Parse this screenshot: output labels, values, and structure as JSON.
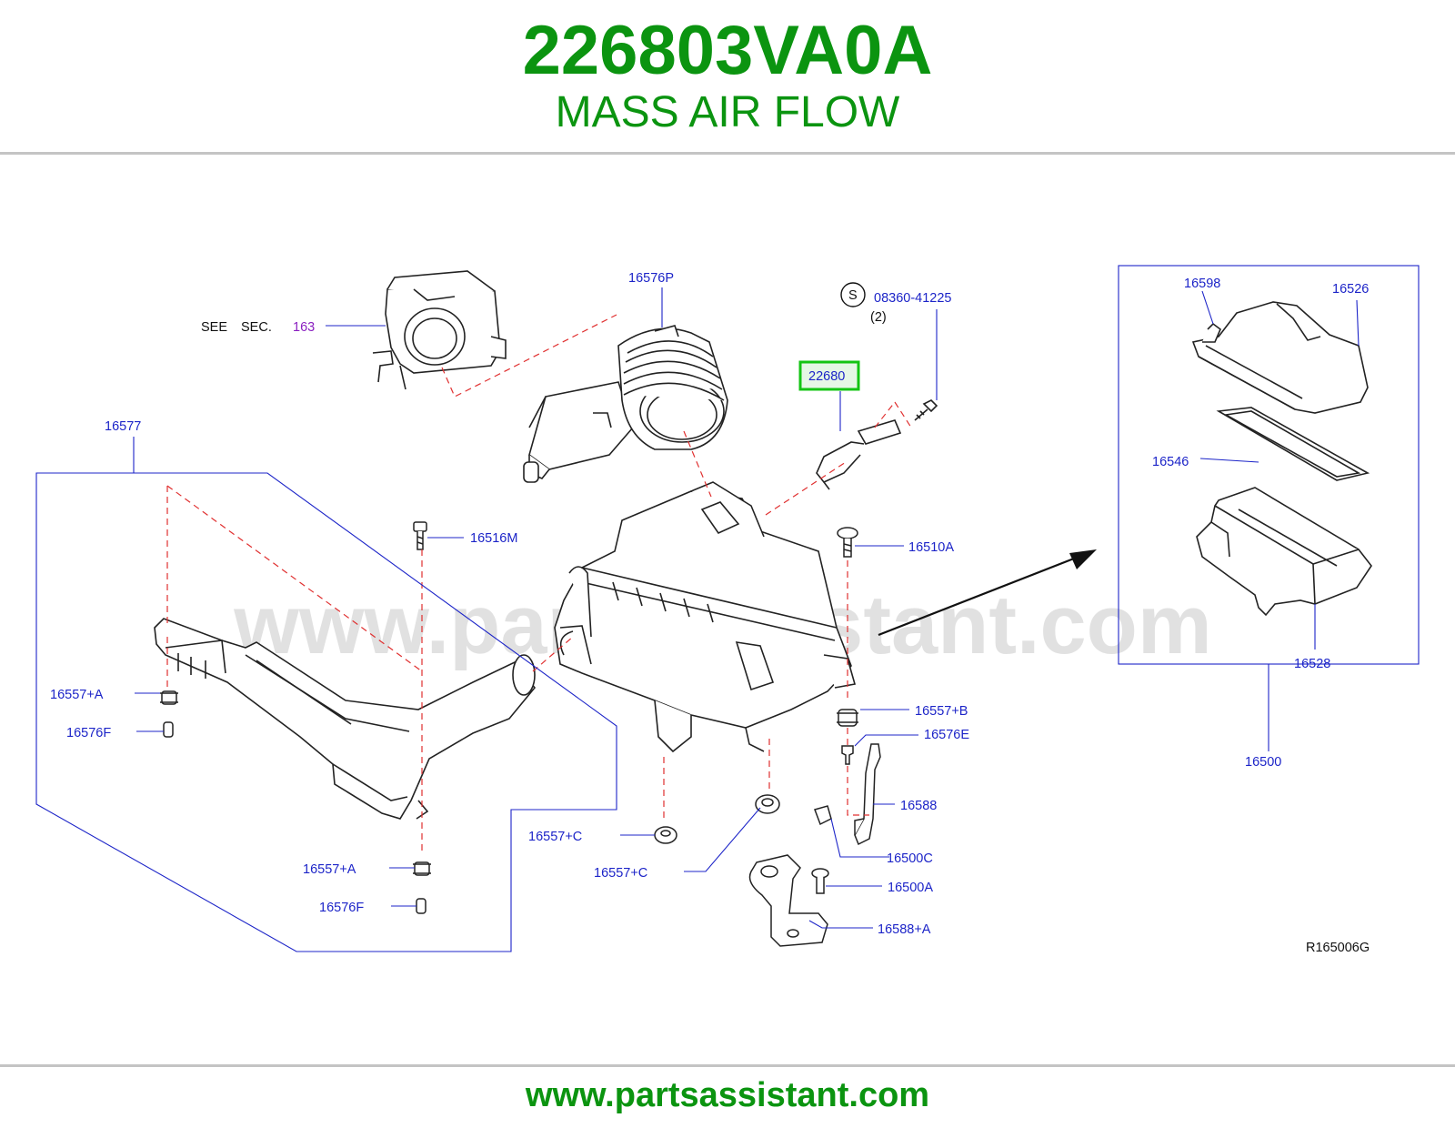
{
  "header": {
    "part_number": "226803VA0A",
    "part_name": "MASS AIR FLOW"
  },
  "footer": {
    "url": "www.partsassistant.com"
  },
  "watermark": "www.partsassistant.com",
  "colors": {
    "title_green": "#0b9410",
    "label_blue": "#1c24c8",
    "highlight_green": "#14c414",
    "leader_red": "#e03030",
    "link_purple": "#8a1fc0"
  },
  "callouts": {
    "see": "SEE",
    "sec": "SEC.",
    "sec_163": "163",
    "p16576P": "16576P",
    "s_symbol": "S",
    "p08360_41225": "08360-41225",
    "qty_2": "(2)",
    "p22680": "22680",
    "p16577": "16577",
    "p16516M": "16516M",
    "p16510A": "16510A",
    "p16557A_1": "16557+A",
    "p16576F_1": "16576F",
    "p16557B": "16557+B",
    "p16576E": "16576E",
    "p16588": "16588",
    "p16500C": "16500C",
    "p16557C_1": "16557+C",
    "p16557C_2": "16557+C",
    "p16557A_2": "16557+A",
    "p16576F_2": "16576F",
    "p16500A": "16500A",
    "p16588A": "16588+A",
    "p16598": "16598",
    "p16526": "16526",
    "p16546": "16546",
    "p16528": "16528",
    "p16500": "16500",
    "ref": "R165006G"
  }
}
